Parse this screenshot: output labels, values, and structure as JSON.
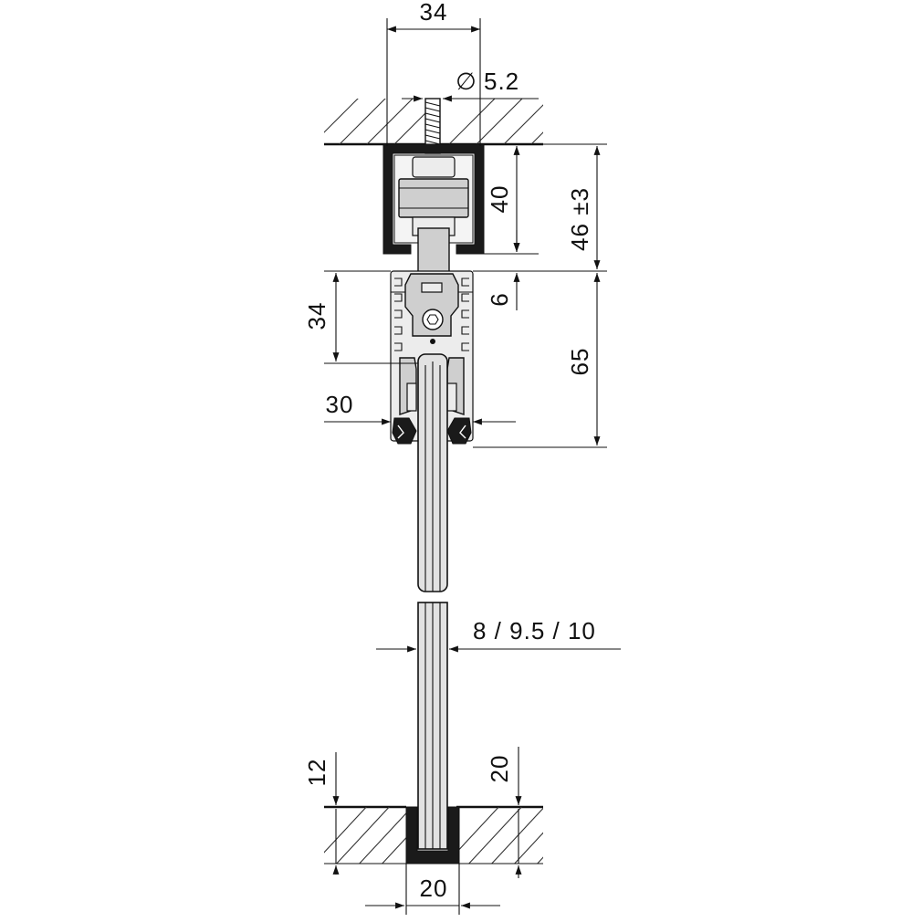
{
  "dimensions": {
    "track_width": "34",
    "screw_diameter": "5.2",
    "track_height": "40",
    "ceiling_gap": "46 ±3",
    "gap_small": "6",
    "clamp_upper": "34",
    "clamp_height": "65",
    "clamp_width": "30",
    "glass_thickness": "8 / 9.5 / 10",
    "floor_depth_left": "12",
    "floor_depth_right": "20",
    "floor_channel_width": "20"
  },
  "symbols": {
    "diameter": "∅"
  },
  "colors": {
    "line": "#111111",
    "glass_fill": "#e2e2e2",
    "metal_fill": "#cfcfcf",
    "dark_profile": "#1a1a1a"
  }
}
